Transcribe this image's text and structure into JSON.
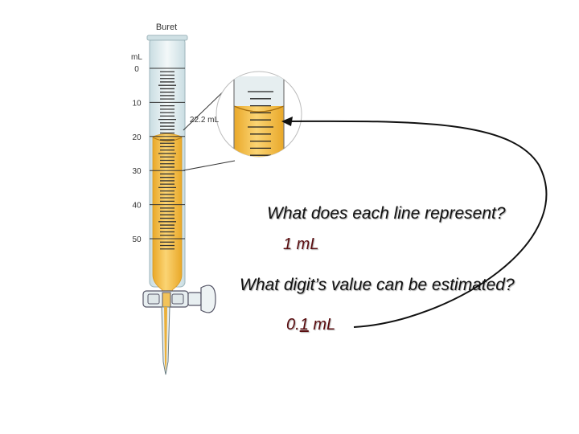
{
  "diagram": {
    "title": "Buret",
    "unit": "mL",
    "scale_labels": [
      "0",
      "10",
      "20",
      "30",
      "40",
      "50"
    ],
    "zoom_reading": "22.2 mL",
    "colors": {
      "liquid": "#f6c14a",
      "liquid_dark": "#e9a829",
      "glass": "#dde9ec",
      "answer_text": "#5a0d10"
    }
  },
  "questions": [
    {
      "question": "What does each line represent?",
      "answer": "1 mL"
    },
    {
      "question": "What digit’s value can be estimated?",
      "answer_prefix": "0.",
      "answer_underlined": "1",
      "answer_suffix": " mL"
    }
  ]
}
